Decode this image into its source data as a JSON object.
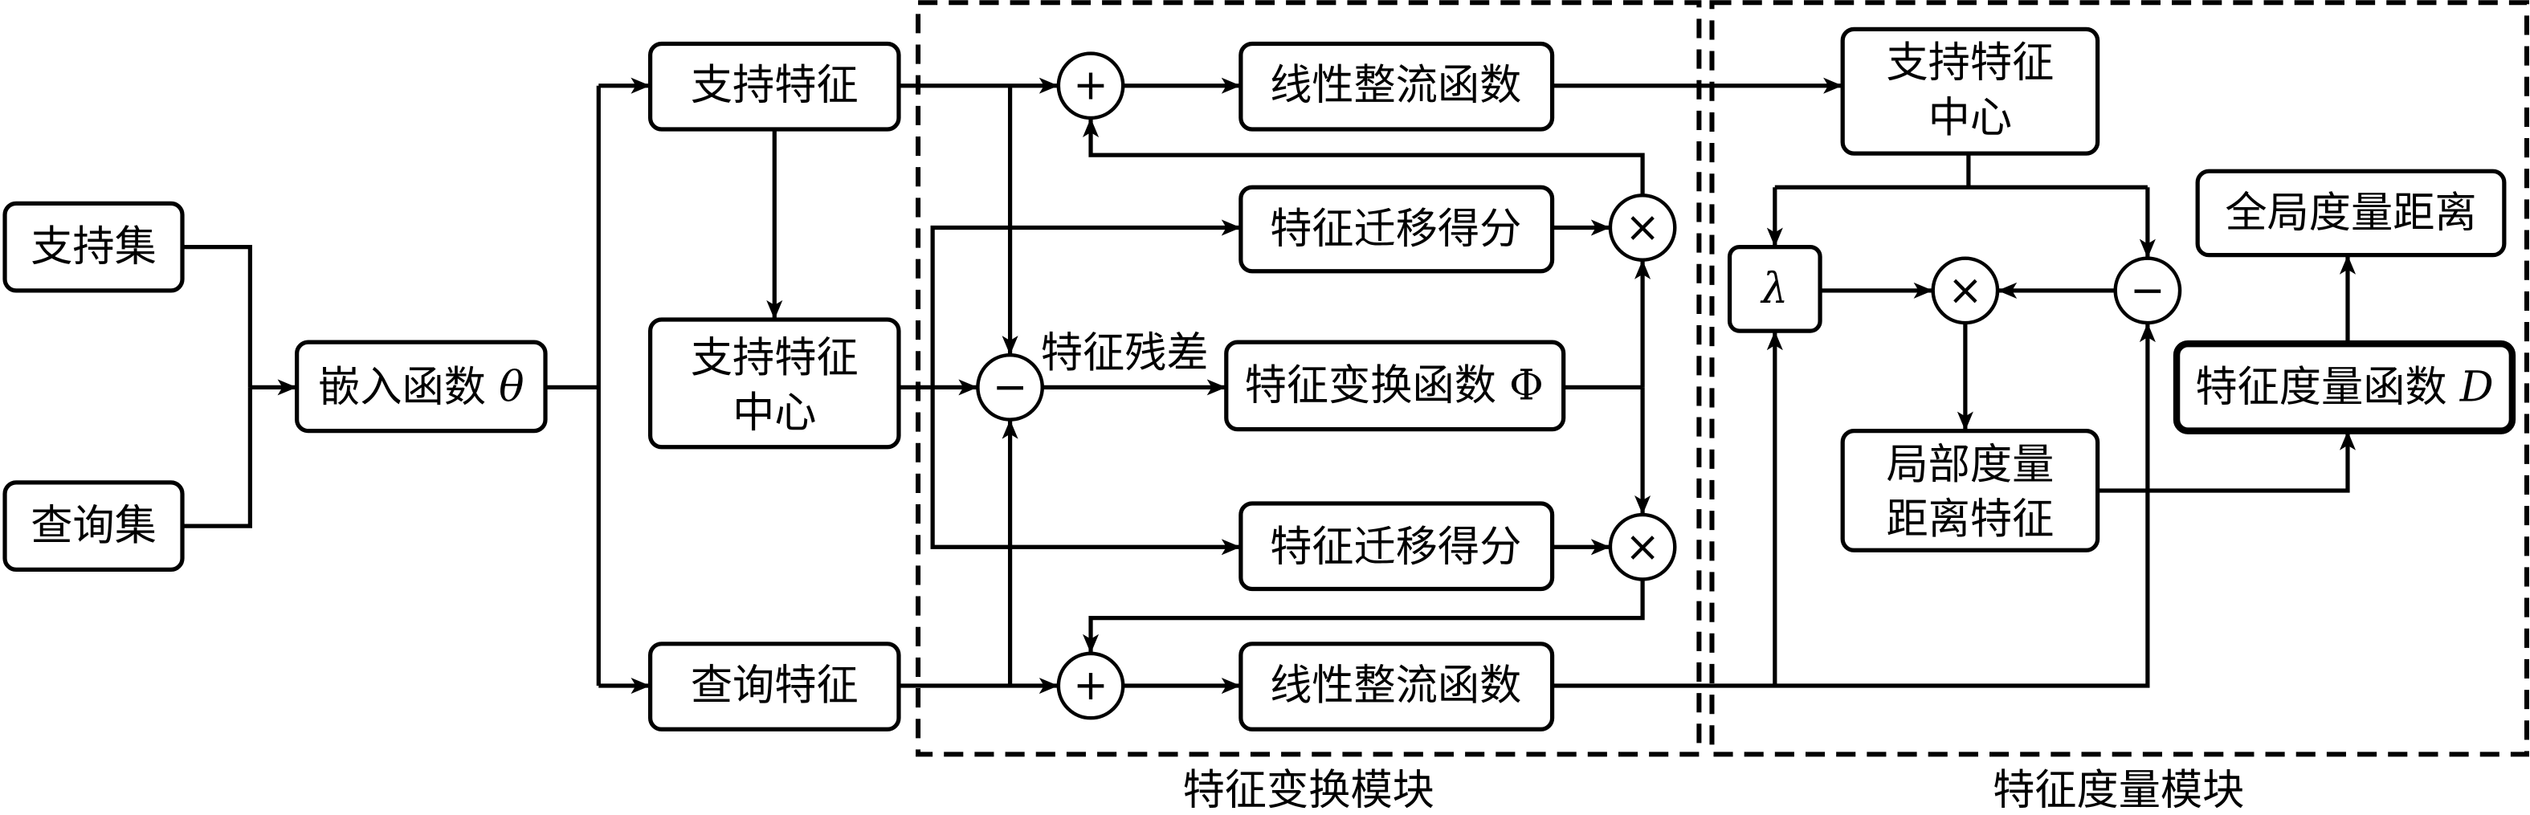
{
  "inputs": {
    "support_set": "支持集",
    "query_set": "查询集"
  },
  "embedding": {
    "label": "嵌入函数",
    "symbol": "θ"
  },
  "support_feature": "支持特征",
  "support_center_left": {
    "line1": "支持特征",
    "line2": "中心"
  },
  "query_feature": "查询特征",
  "transform_module": {
    "title": "特征变换模块",
    "relu_top": "线性整流函数",
    "transfer_score_top": "特征迁移得分",
    "residual_label": "特征残差",
    "transform_fn": {
      "label": "特征变换函数",
      "symbol": "Φ"
    },
    "transfer_score_bottom": "特征迁移得分",
    "relu_bottom": "线性整流函数"
  },
  "metric_module": {
    "title": "特征度量模块",
    "support_center": {
      "line1": "支持特征",
      "line2": "中心"
    },
    "lambda": "λ",
    "local_distance": {
      "line1": "局部度量",
      "line2": "距离特征"
    },
    "metric_fn": {
      "label": "特征度量函数",
      "symbol": "D"
    },
    "global_distance": "全局度量距离"
  },
  "operators": {
    "plus": "+",
    "times": "×",
    "minus": "−"
  },
  "colors": {
    "stroke": "#000000",
    "background": "#ffffff"
  }
}
